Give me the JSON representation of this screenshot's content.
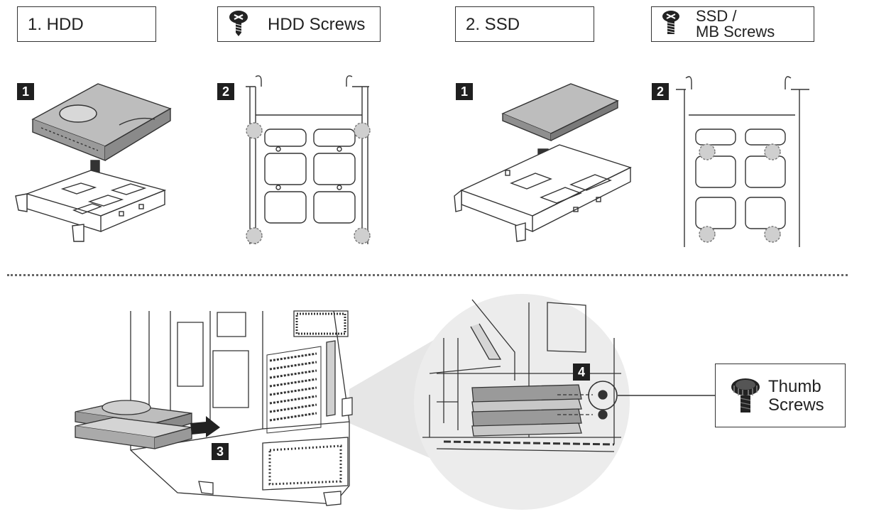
{
  "labels": {
    "hdd": "1. HDD",
    "hdd_screws": "HDD Screws",
    "ssd": "2. SSD",
    "ssd_mb_screws_line1": "SSD /",
    "ssd_mb_screws_line2": "MB Screws",
    "thumb_screws_line1": "Thumb",
    "thumb_screws_line2": "Screws"
  },
  "steps": {
    "hdd_step1": "1",
    "hdd_step2": "2",
    "ssd_step1": "1",
    "ssd_step2": "2",
    "install_step3": "3",
    "install_step4": "4"
  },
  "icons": {
    "hdd_screw": "screw-icon",
    "ssd_screw": "screw-icon",
    "thumb_screw": "thumb-screw-icon"
  },
  "colors": {
    "line": "#333333",
    "highlight_circle": "#c8c8c8",
    "badge": "#1f1f1f",
    "zoom_fill": "#e6e6e6"
  }
}
